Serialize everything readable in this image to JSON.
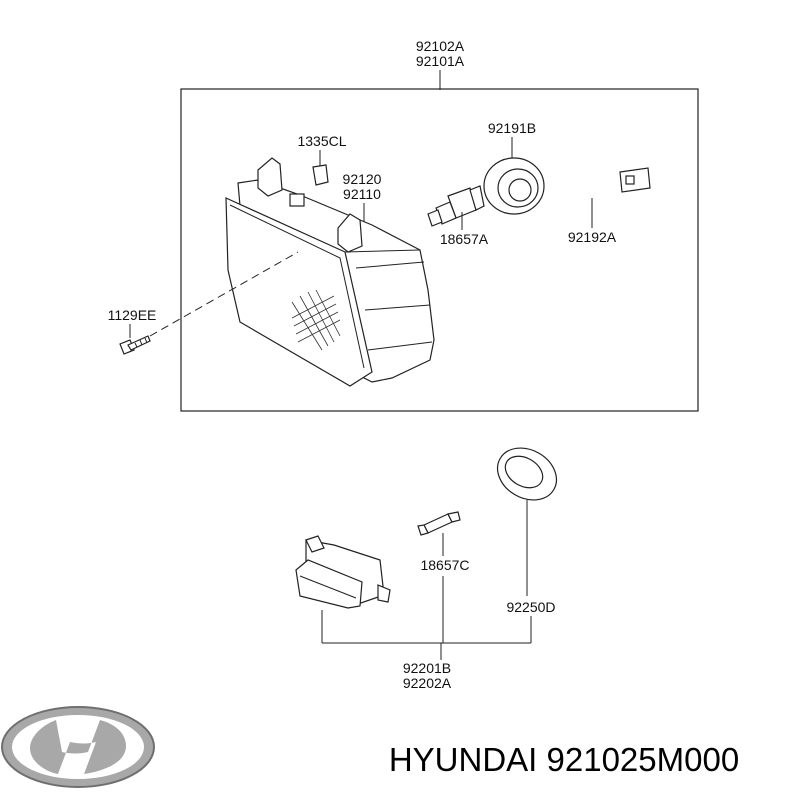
{
  "diagram": {
    "headlamp": {
      "assembly_label_1": "92102A",
      "assembly_label_2": "92101A",
      "parts": {
        "clip": "1335CL",
        "adjuster_1": "92120",
        "adjuster_2": "92110",
        "screw": "1129EE",
        "socket": "92191B",
        "bulb": "18657A",
        "wiring": "92192A"
      }
    },
    "foglamp": {
      "assembly_label_1": "92201B",
      "assembly_label_2": "92202A",
      "parts": {
        "bulb": "18657C",
        "ring": "92250D"
      }
    }
  },
  "footer": {
    "brand": "HYUNDAI",
    "part_number": "921025M000"
  },
  "colors": {
    "line": "#222222",
    "logo_metal": "#a8a8a8"
  },
  "icons": [
    "hyundai-logo-icon"
  ]
}
